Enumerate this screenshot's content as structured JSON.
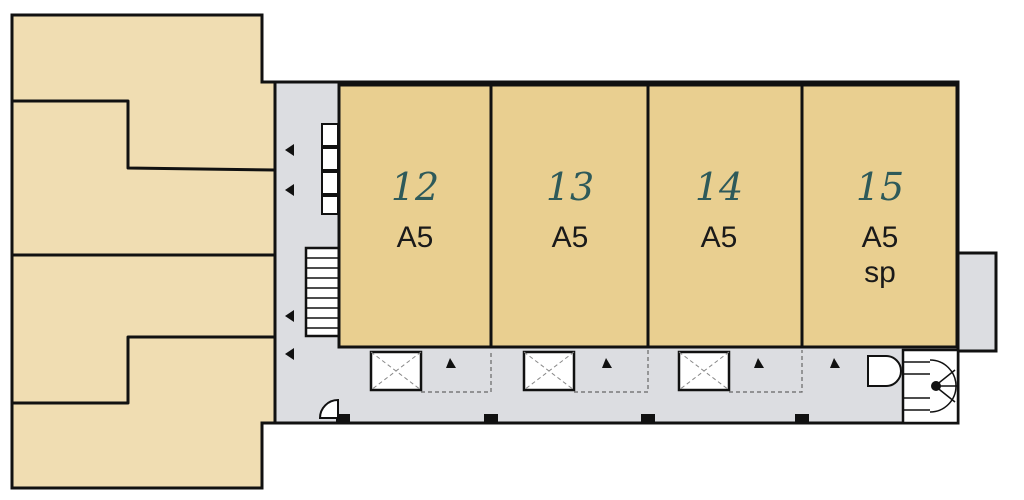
{
  "units": [
    {
      "number": "12",
      "type": "A5",
      "note": ""
    },
    {
      "number": "13",
      "type": "A5",
      "note": ""
    },
    {
      "number": "14",
      "type": "A5",
      "note": ""
    },
    {
      "number": "15",
      "type": "A5",
      "note": "sp"
    }
  ],
  "colors": {
    "apartment": "#e9cf90",
    "adjacent_building": "#f0ddb2",
    "corridor": "#dcdde1",
    "wall": "#111111",
    "label_number": "#2e5a5a"
  }
}
